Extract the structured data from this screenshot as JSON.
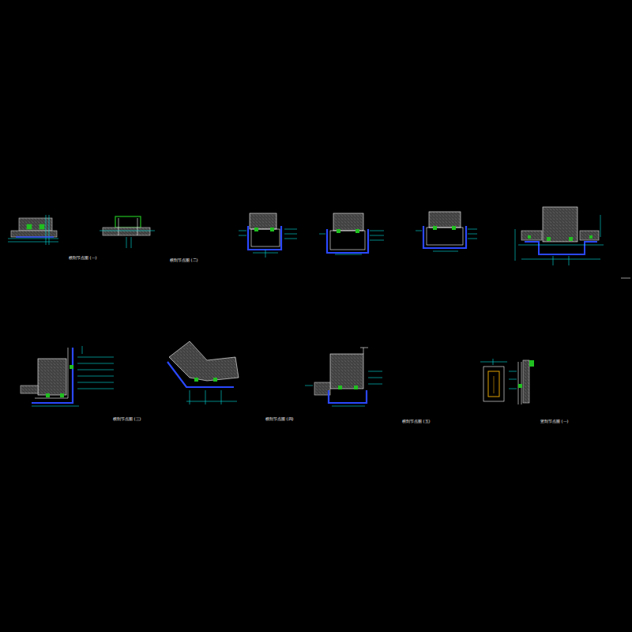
{
  "diagram": {
    "labels": [
      "横剖节点图 (一)",
      "横剖节点图 (二)",
      "横剖节点图 (三)",
      "横剖节点图 (四)",
      "横剖节点图 (五)",
      "竖剖节点图 (一)"
    ]
  }
}
